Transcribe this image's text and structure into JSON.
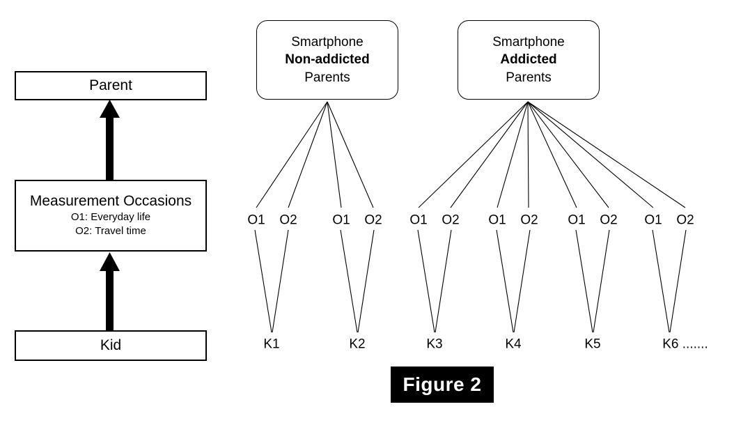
{
  "figure": {
    "caption": "Figure 2"
  },
  "legend_panel": {
    "parent_box": {
      "label": "Parent"
    },
    "measurement_box": {
      "title": "Measurement Occasions",
      "line1": "O1: Everyday life",
      "line2": "O2: Travel time"
    },
    "kid_box": {
      "label": "Kid"
    },
    "arrows": [
      {
        "name": "kid-to-measurement-arrow",
        "direction": "up"
      },
      {
        "name": "measurement-to-parent-arrow",
        "direction": "up"
      }
    ]
  },
  "tree": {
    "groups": [
      {
        "id": "non-addicted",
        "line1": "Smartphone",
        "line2": "Non-addicted",
        "line3": "Parents",
        "kids": [
          "K1",
          "K2"
        ],
        "occasions": [
          "O1",
          "O2",
          "O1",
          "O2"
        ]
      },
      {
        "id": "addicted",
        "line1": "Smartphone",
        "line2": "Addicted",
        "line3": "Parents",
        "kids": [
          "K3",
          "K4",
          "K5",
          "K6 ......."
        ],
        "occasions": [
          "O1",
          "O2",
          "O1",
          "O2",
          "O1",
          "O2",
          "O1",
          "O2"
        ]
      }
    ],
    "occasion_labels": [
      "O1",
      "O2",
      "O1",
      "O2",
      "O1",
      "O2",
      "O1",
      "O2",
      "O1",
      "O2",
      "O1",
      "O2"
    ],
    "kid_labels": [
      "K1",
      "K2",
      "K3",
      "K4",
      "K5",
      "K6 ......."
    ]
  },
  "colors": {
    "stroke": "#000000",
    "background": "#ffffff",
    "caption_bg": "#000000",
    "caption_fg": "#ffffff"
  }
}
